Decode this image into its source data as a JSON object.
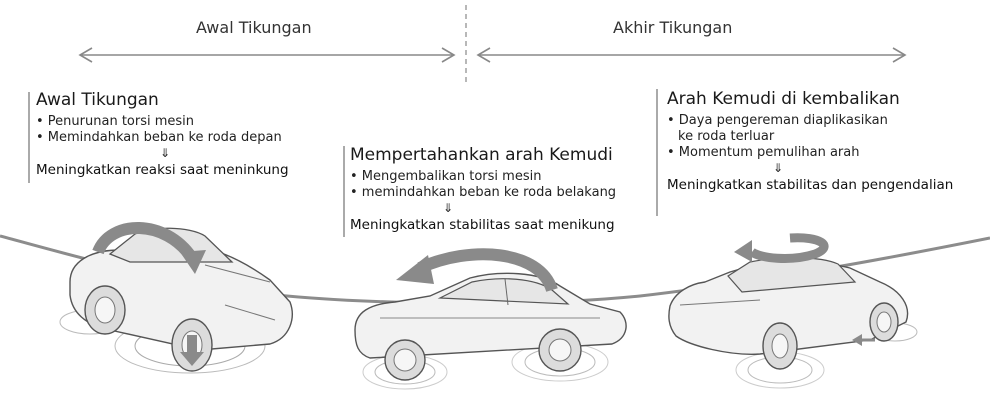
{
  "header": {
    "left_phase": "Awal Tikungan",
    "right_phase": "Akhir Tikungan"
  },
  "blocks": [
    {
      "title": "Awal Tikungan",
      "bullets": [
        "• Penurunan torsi mesin",
        "• Memindahkan beban ke roda depan"
      ],
      "arrow": "⇓",
      "result": "Meningkatkan reaksi saat meninkung"
    },
    {
      "title": "Mempertahankan arah Kemudi",
      "bullets": [
        "• Mengembalikan torsi mesin",
        "• memindahkan beban ke roda belakang"
      ],
      "arrow": "⇓",
      "result": "Meningkatkan stabilitas saat menikung"
    },
    {
      "title": "Arah Kemudi di kembalikan",
      "bullets": [
        "• Daya pengereman diaplikasikan",
        "ke roda terluar",
        "• Momentum pemulihan arah"
      ],
      "arrow": "⇓",
      "result": "Meningkatkan stabilitas dan pengendalian"
    }
  ],
  "colors": {
    "arrow_gray": "#8a8a8a",
    "road": "#8c8c8c",
    "car_fill": "#f2f2f2",
    "car_line": "#555555"
  }
}
